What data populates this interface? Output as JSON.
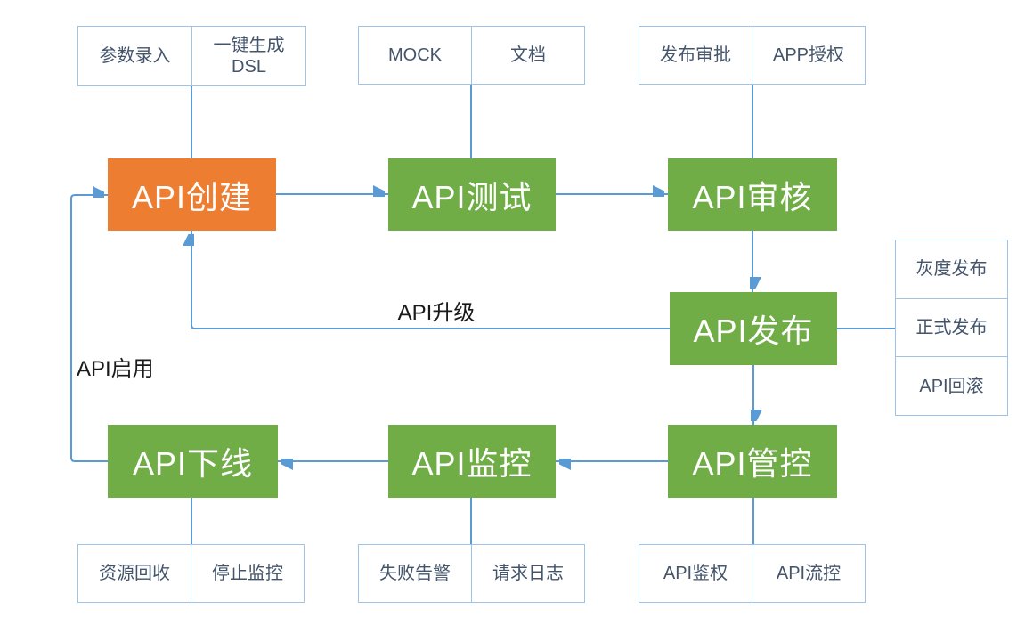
{
  "colors": {
    "canvas": "#ffffff",
    "orange": "#ED7D31",
    "green": "#70AD47",
    "line": "#5B9BD5",
    "connector-border": "#9DC3E6",
    "connector-text": "#44546A",
    "label-text": "#1a1a1a",
    "node-text": "#ffffff"
  },
  "nodes": {
    "create": "API创建",
    "test": "API测试",
    "review": "API审核",
    "publish": "API发布",
    "control": "API管控",
    "monitor": "API监控",
    "offline": "API下线"
  },
  "connectors": {
    "create": [
      "参数录入",
      "一键生成\nDSL"
    ],
    "test": [
      "MOCK",
      "文档"
    ],
    "review": [
      "发布审批",
      "APP授权"
    ],
    "publish": [
      "灰度发布",
      "正式发布",
      "API回滚"
    ],
    "offline": [
      "资源回收",
      "停止监控"
    ],
    "monitor": [
      "失败告警",
      "请求日志"
    ],
    "control": [
      "API鉴权",
      "API流控"
    ]
  },
  "edge_labels": {
    "upgrade": "API升级",
    "enable": "API启用"
  }
}
